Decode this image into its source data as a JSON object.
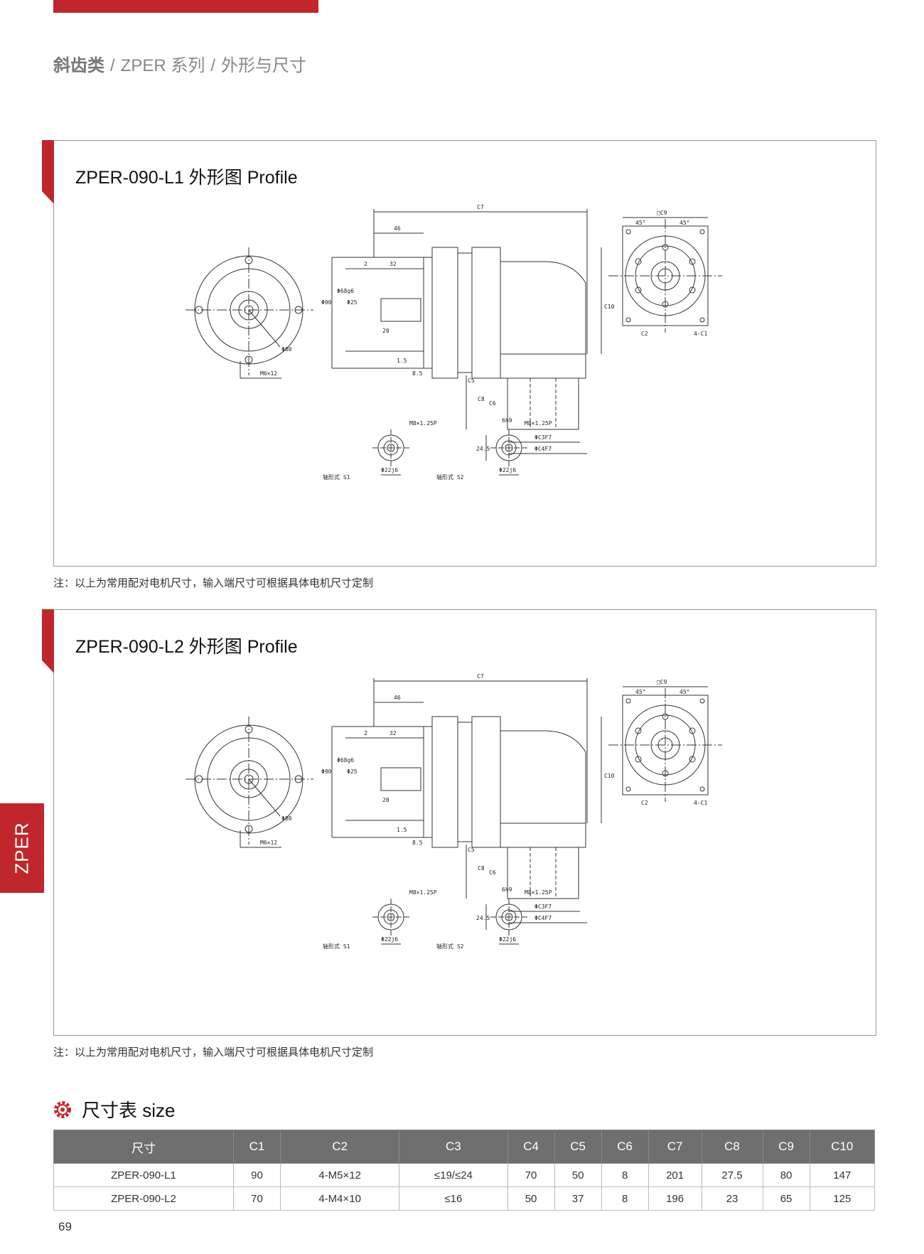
{
  "breadcrumb": {
    "part1": "斜齿类",
    "sep1": "/",
    "part2": "ZPER 系列",
    "sep2": "/",
    "part3": "外形与尺寸"
  },
  "side_tab": "ZPER",
  "drawing_labels": {
    "c7": "C7",
    "d46": "46",
    "d2": "2",
    "d32": "32",
    "d20": "20",
    "d1_5": "1.5",
    "d8_5": "8.5",
    "phi90": "Φ90",
    "phi68g6": "Φ68g6",
    "phi25": "Φ25",
    "phi80": "Φ80",
    "m6x12": "M6×12",
    "c9": "□C9",
    "a45a": "45°",
    "a45b": "45°",
    "c10": "C10",
    "c2": "C2",
    "c1": "4-C1",
    "c5": "C5",
    "c8": "C8",
    "c6": "C6",
    "c3f7": "ΦC3F7",
    "c4f7": "ΦC4F7",
    "m8": "M8×1.25P",
    "m8b": "M8×1.25P",
    "h6h9": "6h9",
    "d24_5": "24.5",
    "s1": "轴形式 S1",
    "s2": "轴形式 S2",
    "phi22j6a": "Φ22j6",
    "phi22j6b": "Φ22j6"
  },
  "panels": [
    {
      "title": "ZPER-090-L1 外形图 Profile",
      "note": "注：以上为常用配对电机尺寸，输入端尺寸可根据具体电机尺寸定制"
    },
    {
      "title": "ZPER-090-L2 外形图 Profile",
      "note": "注：以上为常用配对电机尺寸，输入端尺寸可根据具体电机尺寸定制"
    }
  ],
  "size_table": {
    "title": "尺寸表 size",
    "headers": [
      "尺寸",
      "C1",
      "C2",
      "C3",
      "C4",
      "C5",
      "C6",
      "C7",
      "C8",
      "C9",
      "C10"
    ],
    "rows": [
      [
        "ZPER-090-L1",
        "90",
        "4-M5×12",
        "≤19/≤24",
        "70",
        "50",
        "8",
        "201",
        "27.5",
        "80",
        "147"
      ],
      [
        "ZPER-090-L2",
        "70",
        "4-M4×10",
        "≤16",
        "50",
        "37",
        "8",
        "196",
        "23",
        "65",
        "125"
      ]
    ]
  },
  "page_number": "69",
  "colors": {
    "accent": "#c0272d",
    "table_header": "#6f6f6f"
  }
}
